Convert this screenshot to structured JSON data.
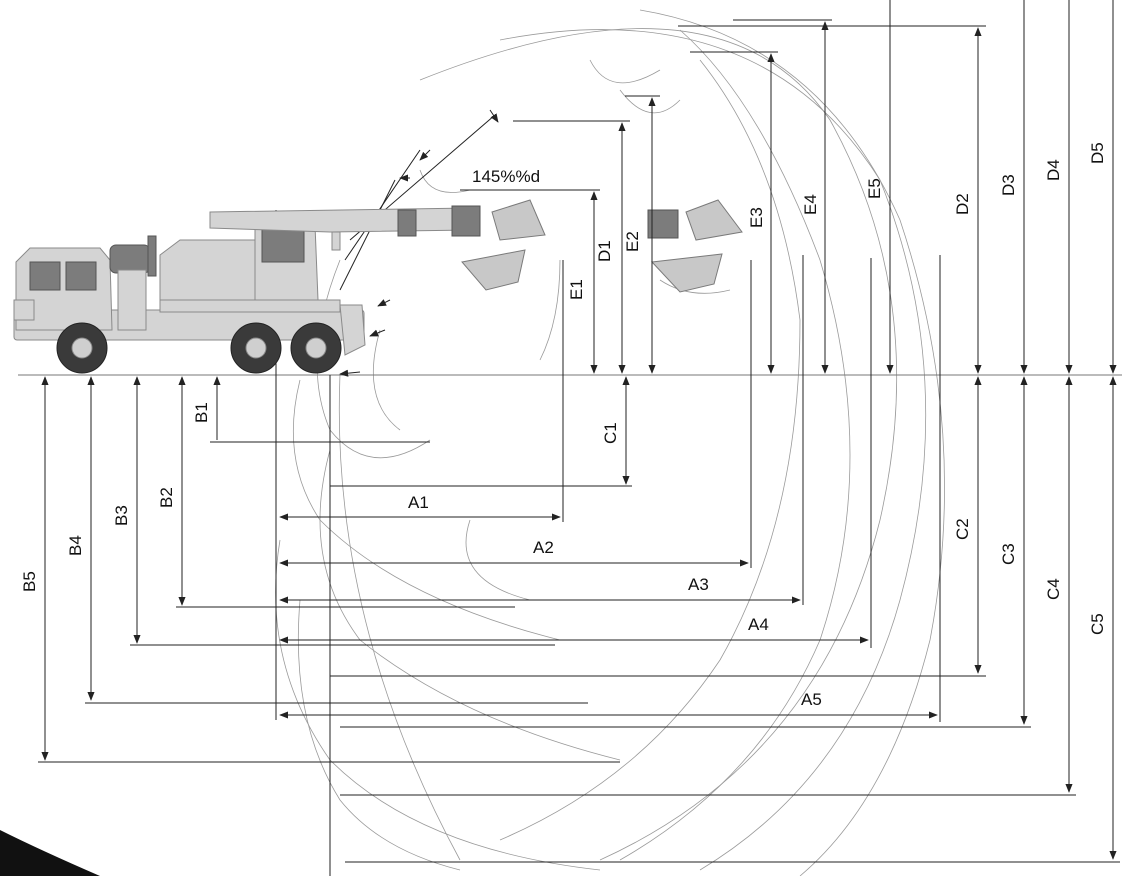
{
  "angle_label": "145%%d",
  "labels": {
    "A1": "A1",
    "A2": "A2",
    "A3": "A3",
    "A4": "A4",
    "A5": "A5",
    "B1": "B1",
    "B2": "B2",
    "B3": "B3",
    "B4": "B4",
    "B5": "B5",
    "C1": "C1",
    "C2": "C2",
    "C3": "C3",
    "C4": "C4",
    "C5": "C5",
    "D1": "D1",
    "D2": "D2",
    "D3": "D3",
    "D4": "D4",
    "D5": "D5",
    "E1": "E1",
    "E2": "E2",
    "E3": "E3",
    "E4": "E4",
    "E5": "E5"
  },
  "colors": {
    "line": "#222222",
    "arc": "#9a9a9a",
    "machine": "#d4d4d4"
  }
}
